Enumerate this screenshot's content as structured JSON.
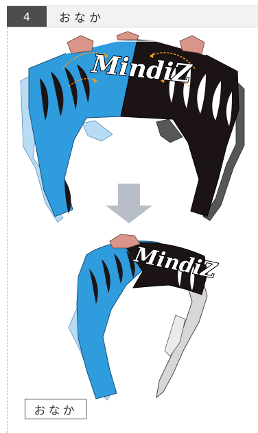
{
  "header": {
    "step_number": "4",
    "title": "おなか"
  },
  "artwork": {
    "logo_text": "MindiZ",
    "colors": {
      "blue": "#2f9cde",
      "black": "#1c1414",
      "light_blue": "#b8dcf5",
      "gray": "#575757",
      "light_gray": "#d7d7d7",
      "orange": "#f29b26",
      "tan": "#d9958a",
      "arrow_gray": "#b7bec8"
    }
  },
  "bottom_label": "おなか"
}
